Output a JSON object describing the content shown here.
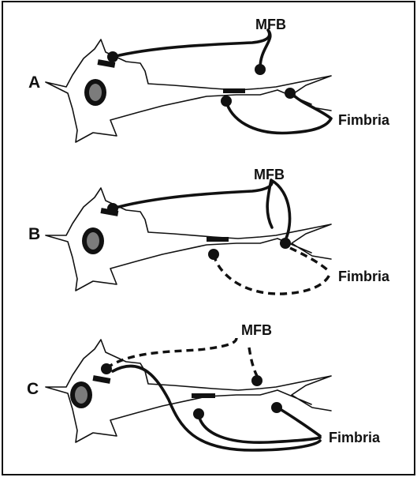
{
  "figure": {
    "panels": [
      {
        "id": "A",
        "label": "A",
        "mfb_label": "MFB",
        "fimbria_label": "Fimbria"
      },
      {
        "id": "B",
        "label": "B",
        "mfb_label": "MFB",
        "fimbria_label": "Fimbria"
      },
      {
        "id": "C",
        "label": "C",
        "mfb_label": "MFB",
        "fimbria_label": "Fimbria"
      }
    ]
  }
}
